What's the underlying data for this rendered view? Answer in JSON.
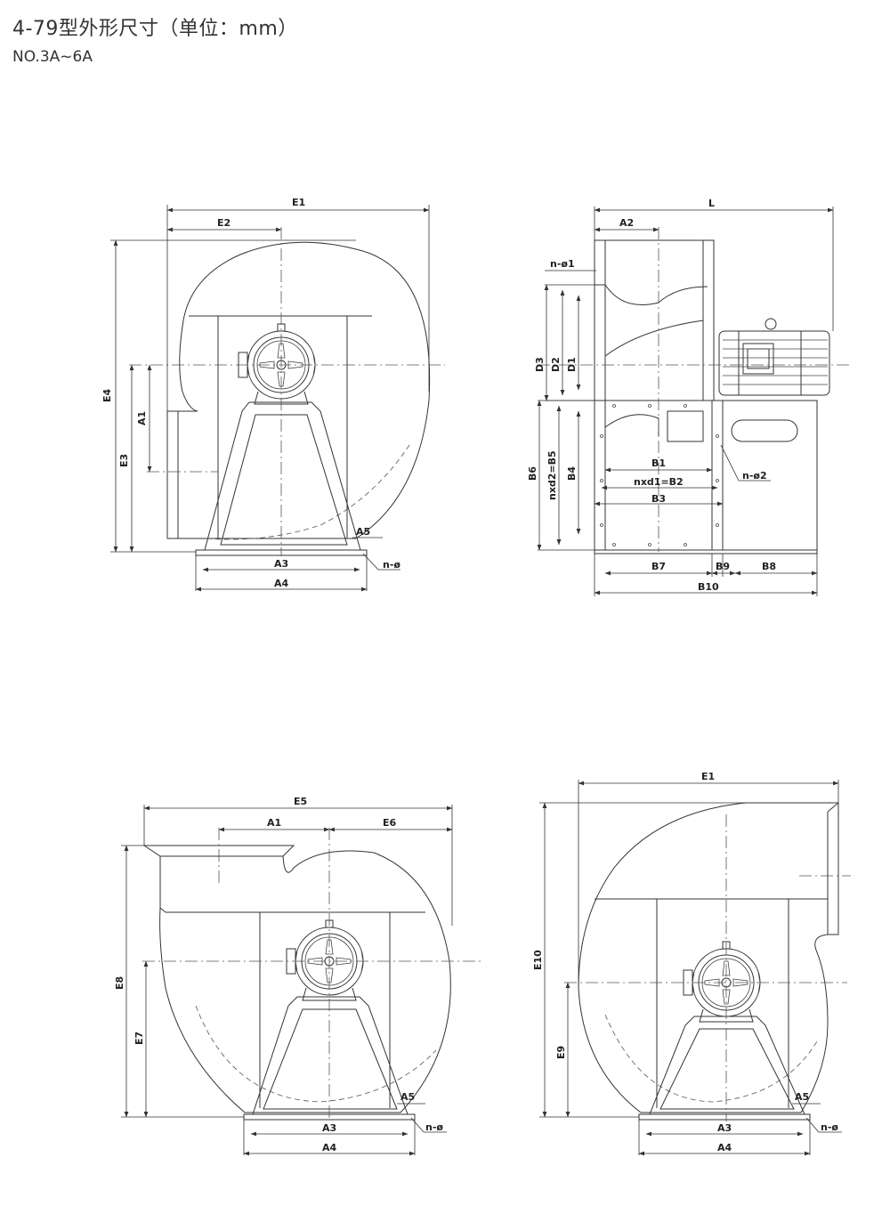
{
  "header": {
    "title": "4-79型外形尺寸（单位：mm）",
    "subtitle": "NO.3A~6A"
  },
  "labels": {
    "E1": "E1",
    "E2": "E2",
    "E3": "E3",
    "E4": "E4",
    "E5": "E5",
    "E6": "E6",
    "E7": "E7",
    "E8": "E8",
    "E9": "E9",
    "E10": "E10",
    "A1": "A1",
    "A2": "A2",
    "A3": "A3",
    "A4": "A4",
    "A5": "A5",
    "L": "L",
    "D1": "D1",
    "D2": "D2",
    "D3": "D3",
    "B1": "B1",
    "B2": "nxd1=B2",
    "B3": "B3",
    "B4": "B4",
    "B5": "nxd2=B5",
    "B6": "B6",
    "B7": "B7",
    "B8": "B8",
    "B9": "B9",
    "B10": "B10",
    "n_phi": "n-ø",
    "n_phi1": "n-ø1",
    "n_phi2": "n-ø2"
  }
}
